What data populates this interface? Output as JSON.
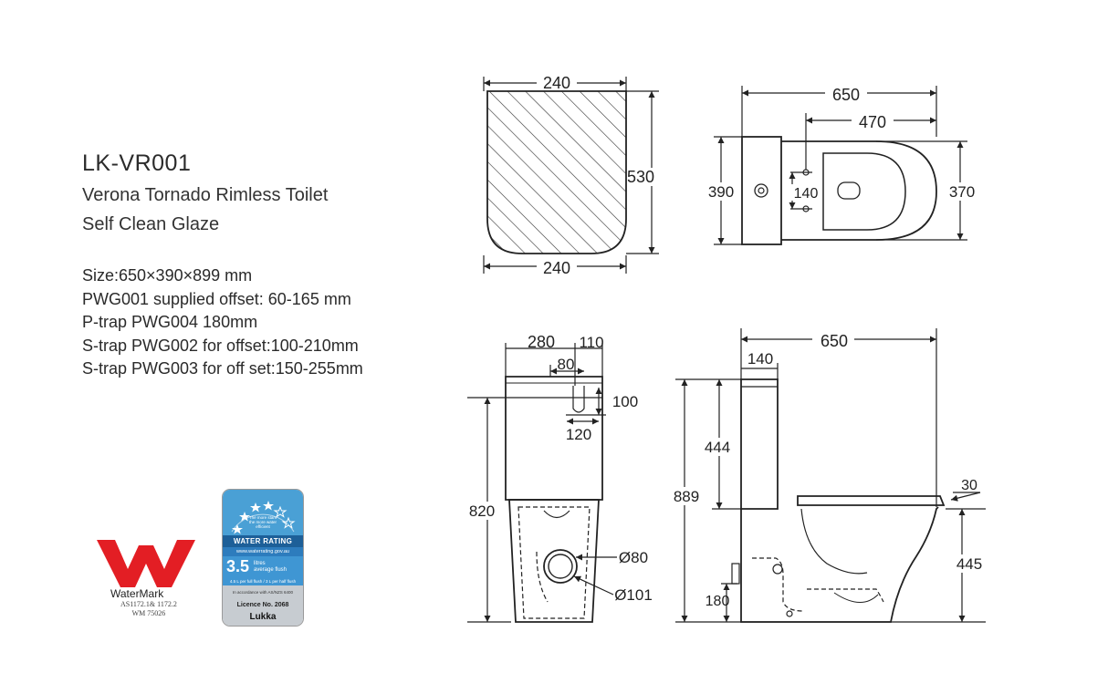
{
  "product": {
    "model": "LK-VR001",
    "name": "Verona Tornado  Rimless Toilet",
    "glaze": "Self Clean Glaze"
  },
  "specs": [
    "Size:650×390×899 mm",
    "PWG001 supplied offset: 60-165 mm",
    "P-trap PWG004 180mm",
    "S-trap PWG002 for offset:100-210mm",
    "S-trap PWG003 for off set:150-255mm"
  ],
  "dimensions": {
    "seat_top": "240",
    "seat_bottom": "240",
    "seat_depth": "530",
    "top_length": "650",
    "top_bowl_length": "470",
    "top_tank_width": "390",
    "top_bowl_width": "370",
    "top_fixing": "140",
    "front_tank_depth": "280",
    "front_inlet_offset": "110",
    "front_button_width": "80",
    "front_inlet_drop": "100",
    "front_inlet_width": "120",
    "front_height": "820",
    "front_outlet_inner": "Ø80",
    "front_outlet_outer": "Ø101",
    "side_length": "650",
    "side_tank": "140",
    "side_tank_height": "444",
    "side_total_height": "889",
    "side_seat_thickness": "30",
    "side_seat_height": "445",
    "side_outlet_height": "180"
  },
  "watermark": {
    "label": "WaterMark",
    "standard_line1": "AS1172.1& 1172.2",
    "standard_line2": "WM 75026",
    "color": "#e31e24"
  },
  "water_rating": {
    "stars_caption": "The more stars the more water efficient",
    "title": "WATER RATING",
    "url": "www.waterrating.gov.au",
    "rating": "3.5",
    "unit_line1": "litres",
    "unit_line2": "average flush",
    "note": "4.5 L per full flush / 3 L per half flush",
    "accordance": "In accordance with AS/NZS 6400",
    "licence": "Licence No. 2068",
    "brand": "Lukka",
    "accent": "#4aa0d5"
  }
}
